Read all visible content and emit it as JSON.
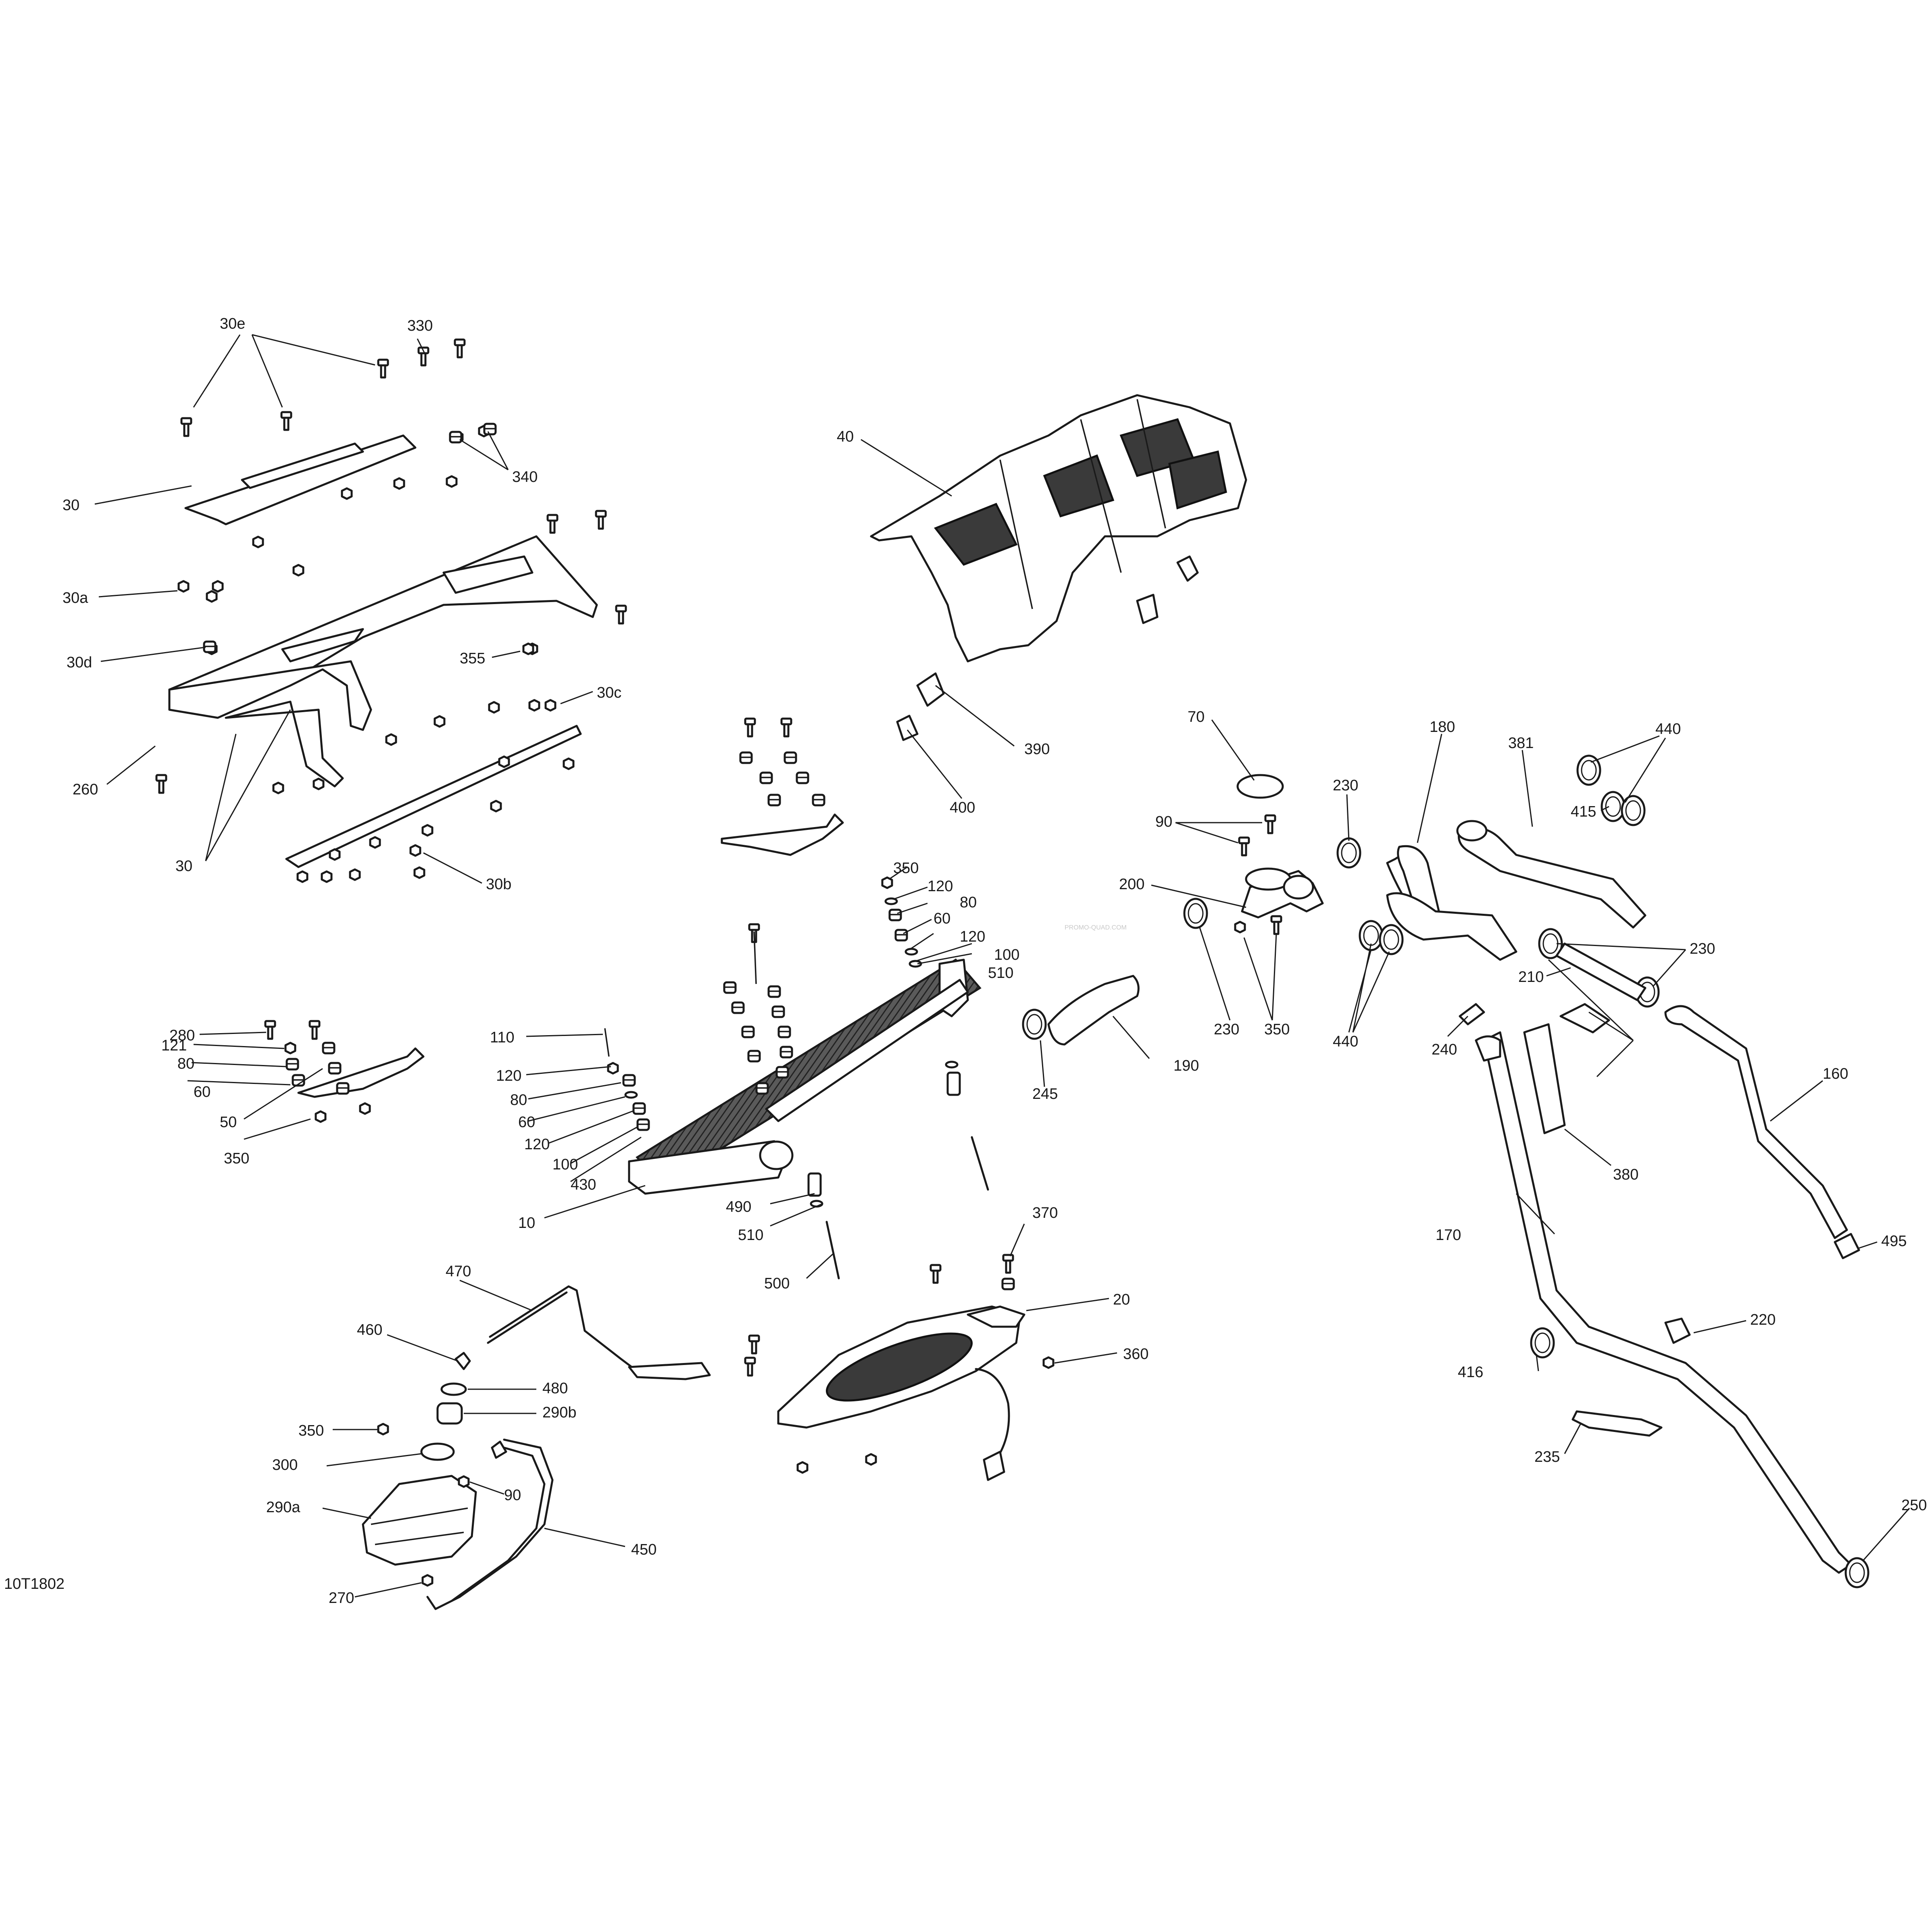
{
  "diagram": {
    "reference_code": "10T1802",
    "watermark": "PROMO-QUAD.COM",
    "callouts": {
      "c330": "330",
      "c30e": "30e",
      "c340": "340",
      "c30_top": "30",
      "c30a": "30a",
      "c30d": "30d",
      "c355": "355",
      "c30c": "30c",
      "c260": "260",
      "c30_bottom": "30",
      "c30b": "30b",
      "c40": "40",
      "c390": "390",
      "c400": "400",
      "c70": "70",
      "c90_top": "90",
      "c200": "200",
      "c230_a": "230",
      "c230_b": "230",
      "c350_tee": "350",
      "c180": "180",
      "c381": "381",
      "c440_top": "440",
      "c415": "415",
      "c440_bottom": "440",
      "c230_c": "230",
      "c210": "210",
      "c240": "240",
      "c160": "160",
      "c380": "380",
      "c170": "170",
      "c495": "495",
      "c220": "220",
      "c416": "416",
      "c235": "235",
      "c250": "250",
      "c280": "280",
      "c121": "121",
      "c80_left": "80",
      "c60_left": "60",
      "c50": "50",
      "c350_left": "350",
      "c110": "110",
      "c120_mid_a": "120",
      "c80_mid": "80",
      "c60_mid": "60",
      "c120_mid_b": "120",
      "c100_mid": "100",
      "c430": "430",
      "c10": "10",
      "c350_r": "350",
      "c120_r_a": "120",
      "c80_r": "80",
      "c60_r": "60",
      "c120_r_b": "120",
      "c100_r": "100",
      "c510_r": "510",
      "c245": "245",
      "c190": "190",
      "c490": "490",
      "c510_low": "510",
      "c500": "500",
      "c370": "370",
      "c20": "20",
      "c360": "360",
      "c470": "470",
      "c460": "460",
      "c480": "480",
      "c290b": "290b",
      "c350_tank": "350",
      "c300": "300",
      "c90_tank": "90",
      "c290a": "290a",
      "c450": "450",
      "c270": "270"
    }
  }
}
